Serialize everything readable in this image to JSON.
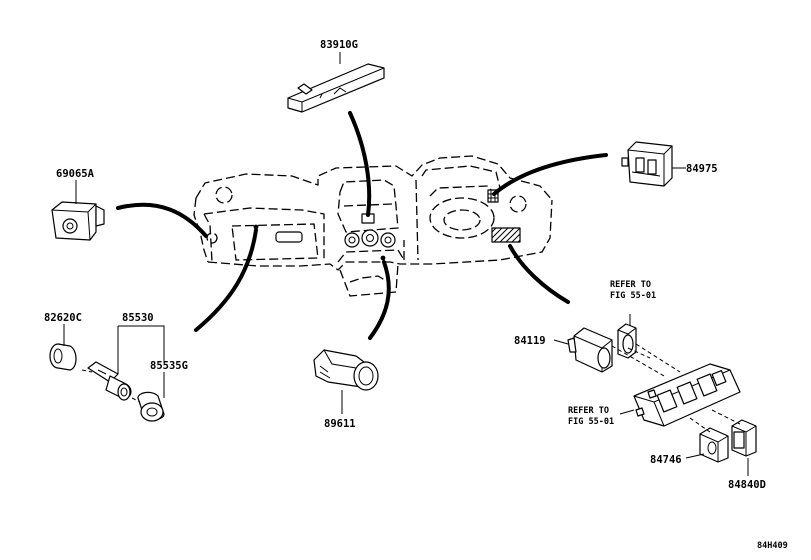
{
  "diagram_id": "84H409",
  "parts": {
    "p83910G": "83910G",
    "p69065A": "69065A",
    "p84975": "84975",
    "p82620C": "82620C",
    "p85530": "85530",
    "p85535G": "85535G",
    "p89611": "89611",
    "p84119": "84119",
    "p84746": "84746",
    "p84840D": "84840D"
  },
  "references": {
    "ref_top_line1": "REFER TO",
    "ref_top_line2": "FIG 55-01",
    "ref_bottom_line1": "REFER TO",
    "ref_bottom_line2": "FIG 55-01"
  }
}
